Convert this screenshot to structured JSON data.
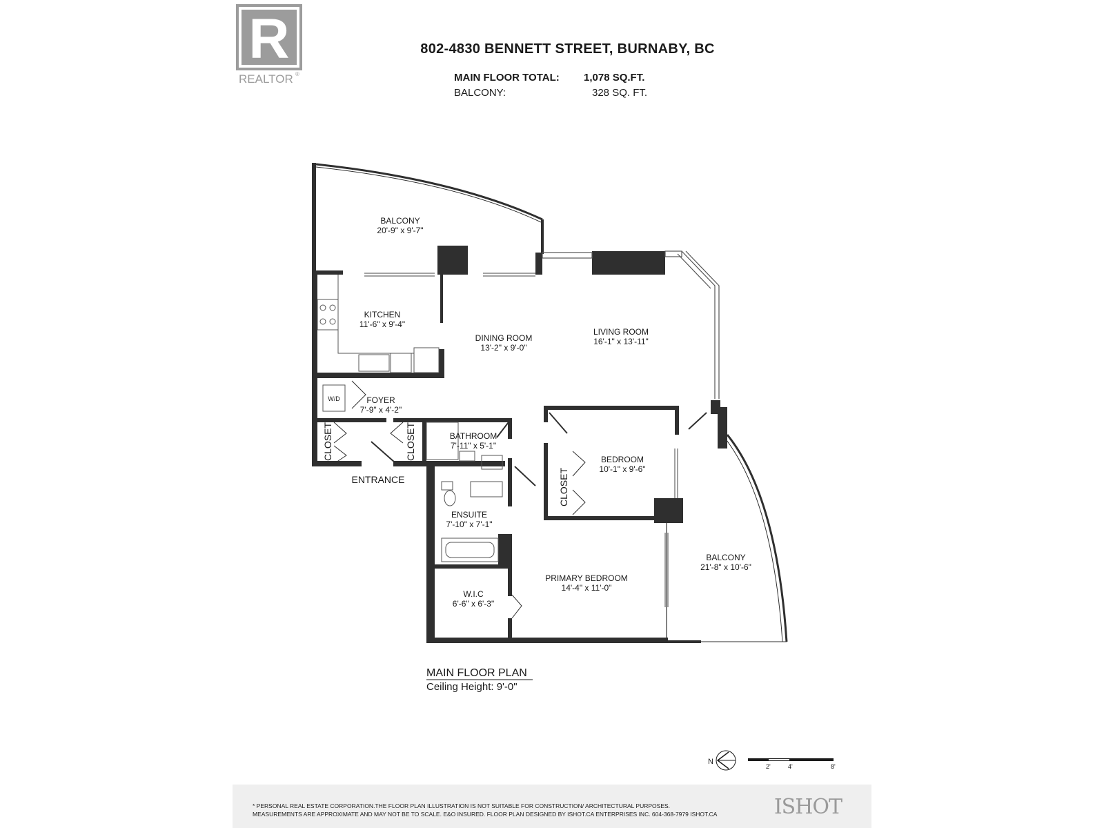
{
  "logo": {
    "letter": "R",
    "brand": "REALTOR",
    "mark": "®"
  },
  "header": {
    "title": "802-4830 BENNETT STREET, BURNABY, BC",
    "main_floor_label": "MAIN FLOOR TOTAL:",
    "main_floor_value": "1,078 SQ.FT.",
    "balcony_label": "BALCONY:",
    "balcony_value": "328 SQ. FT."
  },
  "rooms": {
    "balcony_top": {
      "name": "BALCONY",
      "dims": "20'-9\" x 9'-7\""
    },
    "kitchen": {
      "name": "KITCHEN",
      "dims": "11'-6\" x 9'-4\""
    },
    "dining": {
      "name": "DINING ROOM",
      "dims": "13'-2\" x 9'-0\""
    },
    "living": {
      "name": "LIVING ROOM",
      "dims": "16'-1\" x 13'-11\""
    },
    "foyer": {
      "name": "FOYER",
      "dims": "7'-9\" x 4'-2\""
    },
    "wd": "W/D",
    "closet": "CLOSET",
    "bathroom": {
      "name": "BATHROOM",
      "dims": "7'-11\" x 5'-1\""
    },
    "bedroom": {
      "name": "BEDROOM",
      "dims": "10'-1\" x 9'-6\""
    },
    "ensuite": {
      "name": "ENSUITE",
      "dims": "7'-10\" x 7'-1\""
    },
    "primary": {
      "name": "PRIMARY BEDROOM",
      "dims": "14'-4\" x 11'-0\""
    },
    "wic": {
      "name": "W.I.C",
      "dims": "6'-6\" x 6'-3\""
    },
    "balcony_right": {
      "name": "BALCONY",
      "dims": "21'-8\" x 10'-6\""
    },
    "entrance": "ENTRANCE"
  },
  "plan_title": "MAIN FLOOR PLAN",
  "ceiling": "Ceiling Height: 9'-0\"",
  "compass": {
    "north": "N"
  },
  "scale": {
    "t1": "2'",
    "t2": "4'",
    "t3": "8'"
  },
  "footer": {
    "line1": "* PERSONAL REAL ESTATE CORPORATION.THE FLOOR PLAN ILLUSTRATION IS NOT SUITABLE FOR CONSTRUCTION/ ARCHITECTURAL PURPOSES.",
    "line2": "MEASUREMENTS ARE APPROXIMATE AND MAY NOT BE TO SCALE. E&O INSURED. FLOOR PLAN DESIGNED BY ISHOT.CA ENTERPRISES INC. 604-368-7979  ISHOT.CA",
    "brand": "ISHOT"
  },
  "colors": {
    "wall": "#2f2f2f",
    "logo_gray": "#9c9c9c",
    "footer_bg": "#efefef"
  }
}
